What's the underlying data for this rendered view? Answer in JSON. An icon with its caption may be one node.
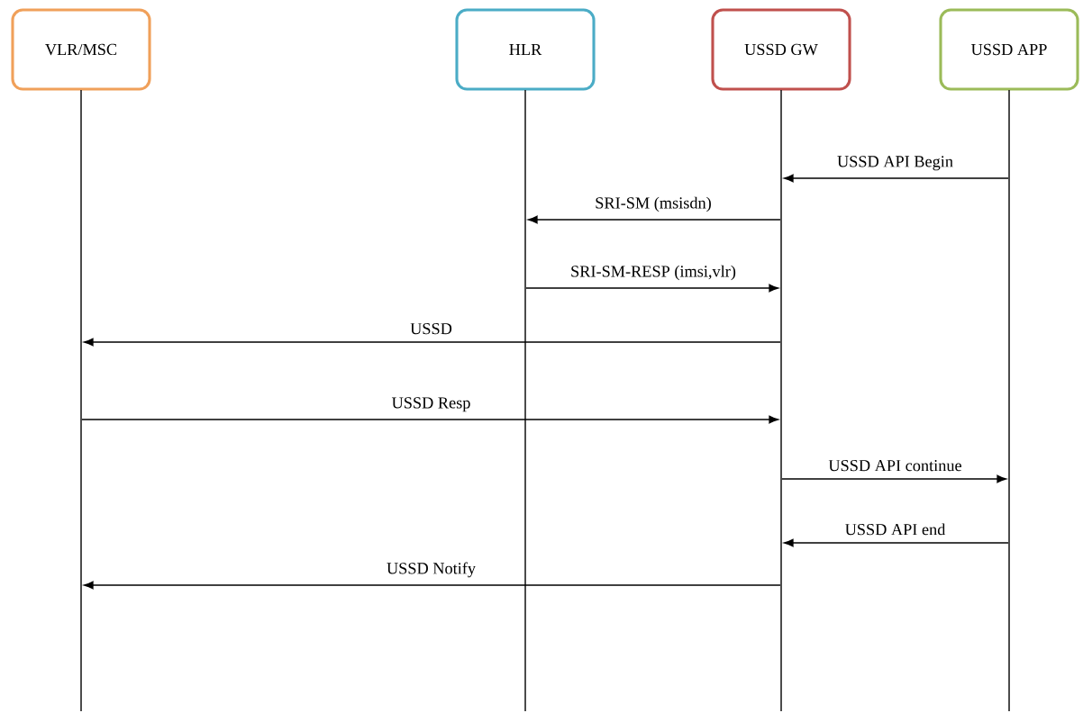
{
  "diagram": {
    "nodes": [
      {
        "text": [
          "VLR/MSC"
        ]
      },
      {
        "text": [
          "HLR"
        ]
      },
      {
        "text": [
          "USSD GW"
        ]
      },
      {
        "text": [
          "USSD APP"
        ]
      },
      {
        "text": [],
        "shape": "line"
      },
      {
        "text": [],
        "shape": "line"
      },
      {
        "text": [],
        "shape": "line"
      },
      {
        "text": [],
        "shape": "line"
      }
    ],
    "edges": [
      {
        "from": 7,
        "to": 6,
        "arrow": "to",
        "label": "USSD API Begin"
      },
      {
        "from": 6,
        "to": 5,
        "arrow": "to",
        "label": "SRI-SM (msisdn)"
      },
      {
        "from": 5,
        "to": 6,
        "arrow": "to",
        "label": "SRI-SM-RESP (imsi,vlr)"
      },
      {
        "from": 6,
        "to": 4,
        "arrow": "to",
        "label": "USSD"
      },
      {
        "from": 4,
        "to": 6,
        "arrow": "to",
        "label": "USSD Resp"
      },
      {
        "from": 6,
        "to": 7,
        "arrow": "to",
        "label": "USSD API continue"
      },
      {
        "from": 7,
        "to": 6,
        "arrow": "to",
        "label": "USSD API end"
      },
      {
        "from": 6,
        "to": 4,
        "arrow": "to",
        "label": "USSD Notify"
      }
    ]
  }
}
